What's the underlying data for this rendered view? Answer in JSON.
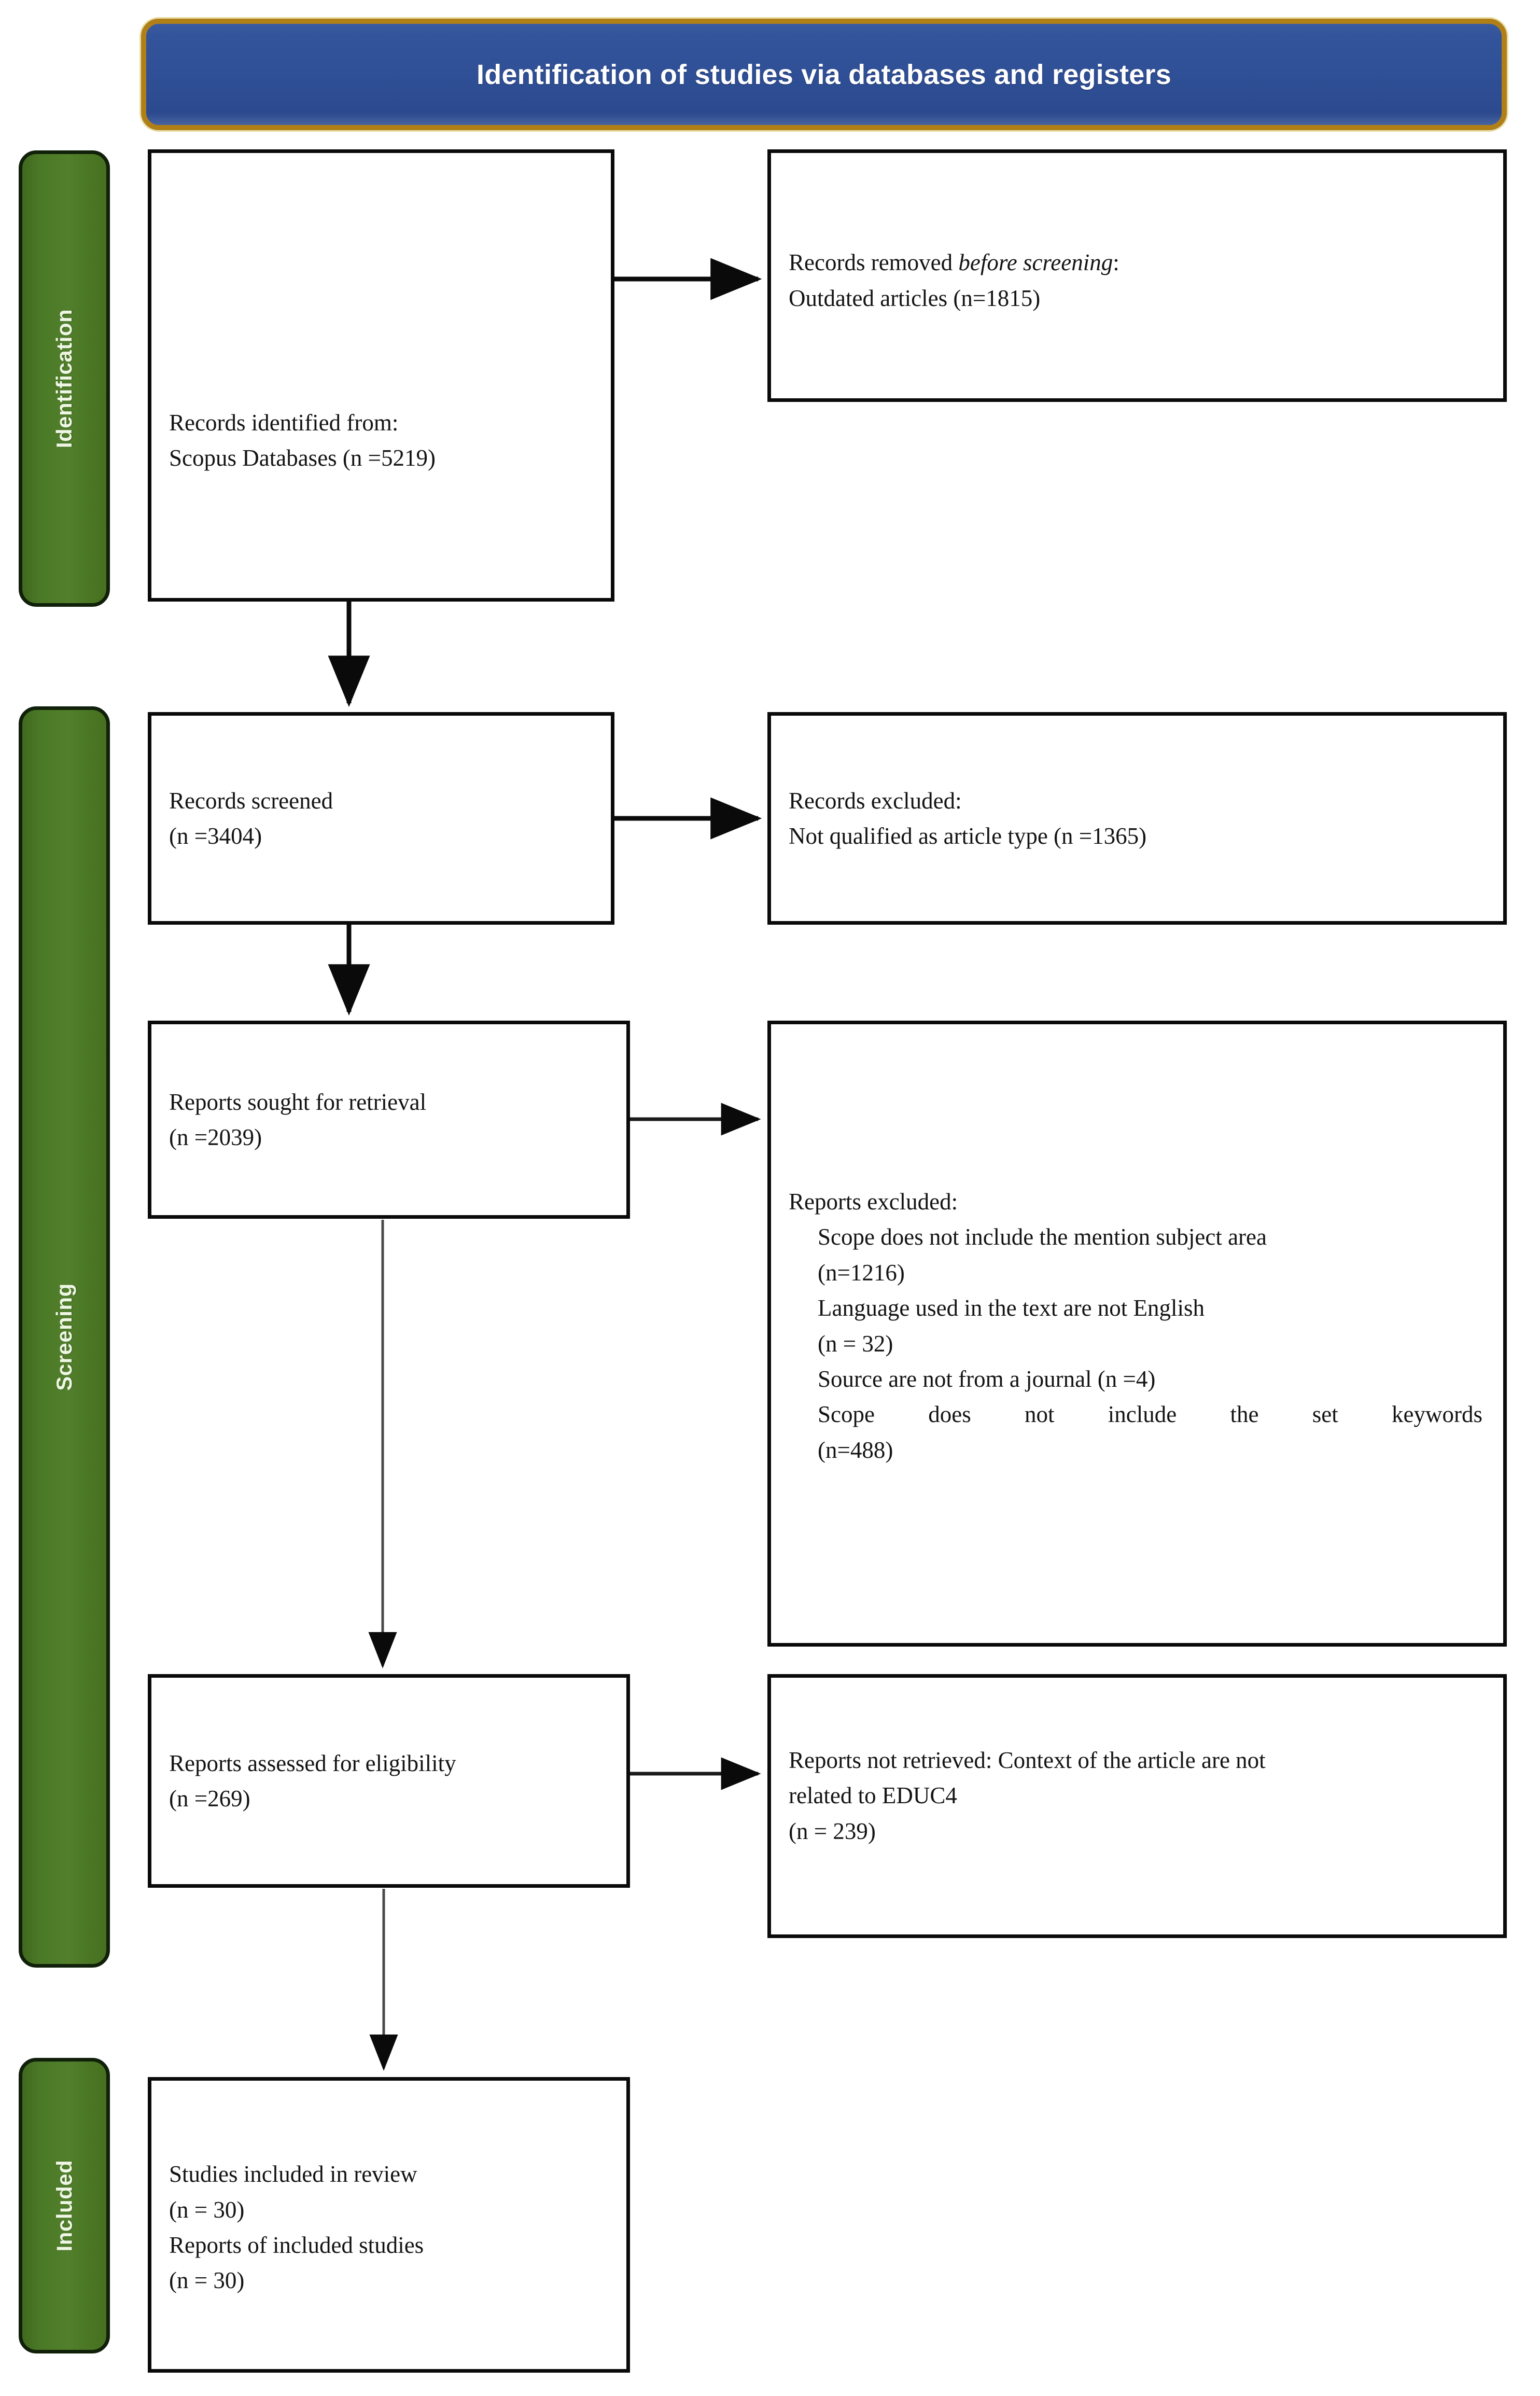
{
  "banner": {
    "title": "Identification of studies via databases and registers",
    "fill": "#2f4f96",
    "border": "#b07f18"
  },
  "stages": [
    {
      "id": "identification",
      "label": "Identification",
      "color": "#4b7a27"
    },
    {
      "id": "screening",
      "label": "Screening",
      "color": "#4b7a27"
    },
    {
      "id": "included",
      "label": "Included",
      "color": "#4b7a27"
    }
  ],
  "boxes": {
    "identified": {
      "line1": "Records identified from:",
      "line2": "Scopus Databases (n =5219)"
    },
    "removed": {
      "line1_pre": "Records removed ",
      "line1_em": "before screening",
      "line1_post": ":",
      "line2": "Outdated articles (n=1815)"
    },
    "screened": {
      "line1": "Records screened",
      "line2": "(n =3404)"
    },
    "excluded": {
      "line1": "Records excluded:",
      "line2": "Not qualified as article type (n =1365)"
    },
    "sought": {
      "line1": "Reports sought for retrieval",
      "line2": "(n =2039)"
    },
    "reports_excluded": {
      "heading": "Reports excluded:",
      "items": [
        "Scope does not include the mention subject area",
        "(n=1216)",
        "Language used in the text are not English",
        "(n = 32)",
        "Source are not from a journal (n =4)",
        "Scope does not include the set keywords",
        "(n=488)"
      ]
    },
    "assessed": {
      "line1": "Reports assessed for eligibility",
      "line2": "(n =269)"
    },
    "not_retrieved": {
      "line1": "Reports not retrieved: Context of the article are not",
      "line2": "related to EDUC4",
      "line3": "(n = 239)"
    },
    "included": {
      "line1": "Studies included in review",
      "line2": "(n = 30)",
      "line3": "Reports of included studies",
      "line4": "(n = 30)"
    }
  }
}
